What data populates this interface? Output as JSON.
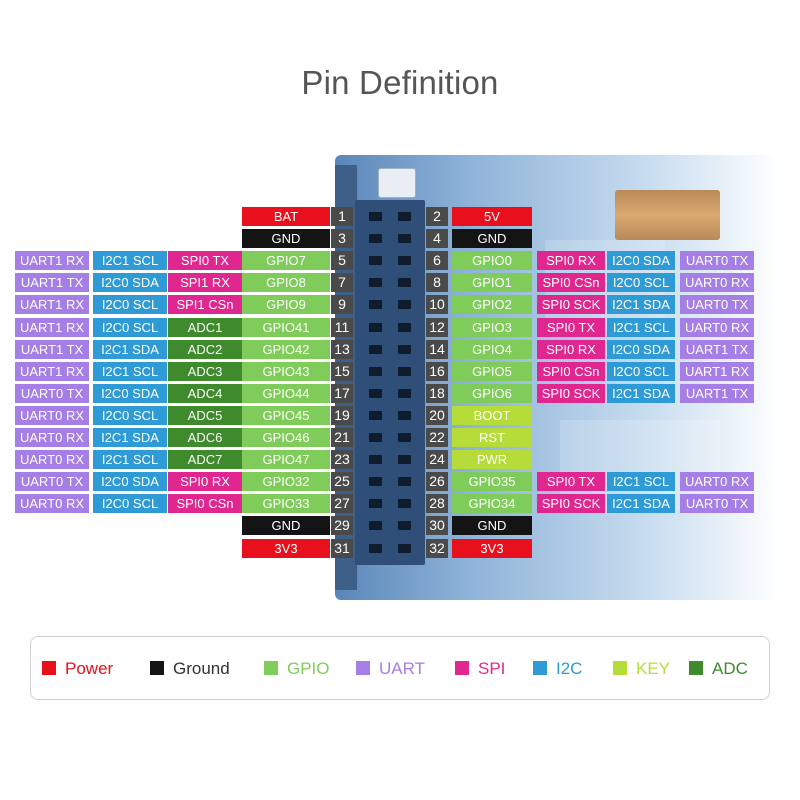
{
  "title": "Pin Definition",
  "colors": {
    "power": "#e8101c",
    "ground": "#141414",
    "gpio": "#7fcc5a",
    "uart": "#a57ee6",
    "spi": "#e0278f",
    "i2c": "#2f9bd6",
    "key": "#b6dc3a",
    "adc": "#3f8a2c"
  },
  "legend": [
    {
      "label": "Power",
      "type": "power"
    },
    {
      "label": "Ground",
      "type": "ground"
    },
    {
      "label": "GPIO",
      "type": "gpio"
    },
    {
      "label": "UART",
      "type": "uart"
    },
    {
      "label": "SPI",
      "type": "spi"
    },
    {
      "label": "I2C",
      "type": "i2c"
    },
    {
      "label": "KEY",
      "type": "key"
    },
    {
      "label": "ADC",
      "type": "adc"
    }
  ],
  "left_pins": [
    {
      "number": "1",
      "labels": [
        {
          "text": "BAT",
          "type": "power"
        }
      ]
    },
    {
      "number": "3",
      "labels": [
        {
          "text": "GND",
          "type": "ground"
        }
      ]
    },
    {
      "number": "5",
      "labels": [
        {
          "text": "UART1 RX",
          "type": "uart"
        },
        {
          "text": "I2C1 SCL",
          "type": "i2c"
        },
        {
          "text": "SPI0 TX",
          "type": "spi"
        },
        {
          "text": "GPIO7",
          "type": "gpio"
        }
      ]
    },
    {
      "number": "7",
      "labels": [
        {
          "text": "UART1 TX",
          "type": "uart"
        },
        {
          "text": "I2C0 SDA",
          "type": "i2c"
        },
        {
          "text": "SPI1 RX",
          "type": "spi"
        },
        {
          "text": "GPIO8",
          "type": "gpio"
        }
      ]
    },
    {
      "number": "9",
      "labels": [
        {
          "text": "UART1 RX",
          "type": "uart"
        },
        {
          "text": "I2C0 SCL",
          "type": "i2c"
        },
        {
          "text": "SPI1 CSn",
          "type": "spi"
        },
        {
          "text": "GPIO9",
          "type": "gpio"
        }
      ]
    },
    {
      "number": "11",
      "labels": [
        {
          "text": "UART1 RX",
          "type": "uart"
        },
        {
          "text": "I2C0 SCL",
          "type": "i2c"
        },
        {
          "text": "ADC1",
          "type": "adc"
        },
        {
          "text": "GPIO41",
          "type": "gpio"
        }
      ]
    },
    {
      "number": "13",
      "labels": [
        {
          "text": "UART1 TX",
          "type": "uart"
        },
        {
          "text": "I2C1 SDA",
          "type": "i2c"
        },
        {
          "text": "ADC2",
          "type": "adc"
        },
        {
          "text": "GPIO42",
          "type": "gpio"
        }
      ]
    },
    {
      "number": "15",
      "labels": [
        {
          "text": "UART1 RX",
          "type": "uart"
        },
        {
          "text": "I2C1 SCL",
          "type": "i2c"
        },
        {
          "text": "ADC3",
          "type": "adc"
        },
        {
          "text": "GPIO43",
          "type": "gpio"
        }
      ]
    },
    {
      "number": "17",
      "labels": [
        {
          "text": "UART0 TX",
          "type": "uart"
        },
        {
          "text": "I2C0 SDA",
          "type": "i2c"
        },
        {
          "text": "ADC4",
          "type": "adc"
        },
        {
          "text": "GPIO44",
          "type": "gpio"
        }
      ]
    },
    {
      "number": "19",
      "labels": [
        {
          "text": "UART0 RX",
          "type": "uart"
        },
        {
          "text": "I2C0 SCL",
          "type": "i2c"
        },
        {
          "text": "ADC5",
          "type": "adc"
        },
        {
          "text": "GPIO45",
          "type": "gpio"
        }
      ]
    },
    {
      "number": "21",
      "labels": [
        {
          "text": "UART0 RX",
          "type": "uart"
        },
        {
          "text": "I2C1 SDA",
          "type": "i2c"
        },
        {
          "text": "ADC6",
          "type": "adc"
        },
        {
          "text": "GPIO46",
          "type": "gpio"
        }
      ]
    },
    {
      "number": "23",
      "labels": [
        {
          "text": "UART0 RX",
          "type": "uart"
        },
        {
          "text": "I2C1 SCL",
          "type": "i2c"
        },
        {
          "text": "ADC7",
          "type": "adc"
        },
        {
          "text": "GPIO47",
          "type": "gpio"
        }
      ]
    },
    {
      "number": "25",
      "labels": [
        {
          "text": "UART0 TX",
          "type": "uart"
        },
        {
          "text": "I2C0 SDA",
          "type": "i2c"
        },
        {
          "text": "SPI0 RX",
          "type": "spi"
        },
        {
          "text": "GPIO32",
          "type": "gpio"
        }
      ]
    },
    {
      "number": "27",
      "labels": [
        {
          "text": "UART0 RX",
          "type": "uart"
        },
        {
          "text": "I2C0 SCL",
          "type": "i2c"
        },
        {
          "text": "SPI0 CSn",
          "type": "spi"
        },
        {
          "text": "GPIO33",
          "type": "gpio"
        }
      ]
    },
    {
      "number": "29",
      "labels": [
        {
          "text": "GND",
          "type": "ground"
        }
      ]
    },
    {
      "number": "31",
      "labels": [
        {
          "text": "3V3",
          "type": "power"
        }
      ]
    }
  ],
  "right_pins": [
    {
      "number": "2",
      "labels": [
        {
          "text": "5V",
          "type": "power"
        }
      ]
    },
    {
      "number": "4",
      "labels": [
        {
          "text": "GND",
          "type": "ground"
        }
      ]
    },
    {
      "number": "6",
      "labels": [
        {
          "text": "GPIO0",
          "type": "gpio"
        },
        {
          "text": "SPI0 RX",
          "type": "spi"
        },
        {
          "text": "I2C0 SDA",
          "type": "i2c"
        },
        {
          "text": "UART0 TX",
          "type": "uart"
        }
      ]
    },
    {
      "number": "8",
      "labels": [
        {
          "text": "GPIO1",
          "type": "gpio"
        },
        {
          "text": "SPI0 CSn",
          "type": "spi"
        },
        {
          "text": "I2C0 SCL",
          "type": "i2c"
        },
        {
          "text": "UART0 RX",
          "type": "uart"
        }
      ]
    },
    {
      "number": "10",
      "labels": [
        {
          "text": "GPIO2",
          "type": "gpio"
        },
        {
          "text": "SPI0 SCK",
          "type": "spi"
        },
        {
          "text": "I2C1 SDA",
          "type": "i2c"
        },
        {
          "text": "UART0 TX",
          "type": "uart"
        }
      ]
    },
    {
      "number": "12",
      "labels": [
        {
          "text": "GPIO3",
          "type": "gpio"
        },
        {
          "text": "SPI0 TX",
          "type": "spi"
        },
        {
          "text": "I2C1 SCL",
          "type": "i2c"
        },
        {
          "text": "UART0 RX",
          "type": "uart"
        }
      ]
    },
    {
      "number": "14",
      "labels": [
        {
          "text": "GPIO4",
          "type": "gpio"
        },
        {
          "text": "SPI0 RX",
          "type": "spi"
        },
        {
          "text": "I2C0 SDA",
          "type": "i2c"
        },
        {
          "text": "UART1 TX",
          "type": "uart"
        }
      ]
    },
    {
      "number": "16",
      "labels": [
        {
          "text": "GPIO5",
          "type": "gpio"
        },
        {
          "text": "SPI0 CSn",
          "type": "spi"
        },
        {
          "text": "I2C0 SCL",
          "type": "i2c"
        },
        {
          "text": "UART1 RX",
          "type": "uart"
        }
      ]
    },
    {
      "number": "18",
      "labels": [
        {
          "text": "GPIO6",
          "type": "gpio"
        },
        {
          "text": "SPI0 SCK",
          "type": "spi"
        },
        {
          "text": "I2C1 SDA",
          "type": "i2c"
        },
        {
          "text": "UART1 TX",
          "type": "uart"
        }
      ]
    },
    {
      "number": "20",
      "labels": [
        {
          "text": "BOOT",
          "type": "key"
        }
      ]
    },
    {
      "number": "22",
      "labels": [
        {
          "text": "RST",
          "type": "key"
        }
      ]
    },
    {
      "number": "24",
      "labels": [
        {
          "text": "PWR",
          "type": "key"
        }
      ]
    },
    {
      "number": "26",
      "labels": [
        {
          "text": "GPIO35",
          "type": "gpio"
        },
        {
          "text": "SPI0 TX",
          "type": "spi"
        },
        {
          "text": "I2C1 SCL",
          "type": "i2c"
        },
        {
          "text": "UART0 RX",
          "type": "uart"
        }
      ]
    },
    {
      "number": "28",
      "labels": [
        {
          "text": "GPIO34",
          "type": "gpio"
        },
        {
          "text": "SPI0 SCK",
          "type": "spi"
        },
        {
          "text": "I2C1 SDA",
          "type": "i2c"
        },
        {
          "text": "UART0 TX",
          "type": "uart"
        }
      ]
    },
    {
      "number": "30",
      "labels": [
        {
          "text": "GND",
          "type": "ground"
        }
      ]
    },
    {
      "number": "32",
      "labels": [
        {
          "text": "3V3",
          "type": "power"
        }
      ]
    }
  ]
}
